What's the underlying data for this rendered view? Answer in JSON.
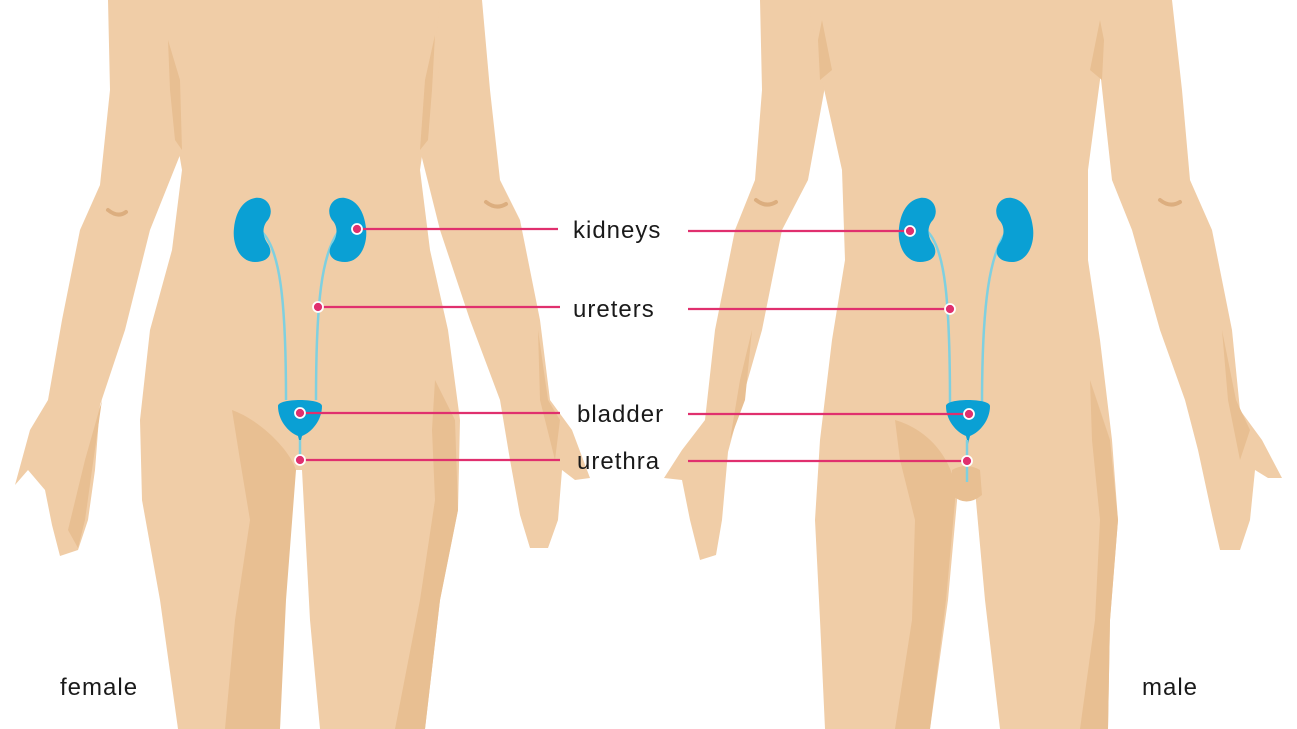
{
  "labels": {
    "kidneys": "kidneys",
    "ureters": "ureters",
    "bladder": "bladder",
    "urethra": "urethra"
  },
  "captions": {
    "female": "female",
    "male": "male"
  },
  "colors": {
    "skin": "#f0cda7",
    "skin_shadow": "#e8bf92",
    "skin_line": "#dcae7f",
    "organ": "#0aa0d4",
    "ureter": "#7fd0e0",
    "leader": "#e0306e",
    "dot_fill": "#e0306e",
    "dot_ring": "#ffffff",
    "text": "#1a1a1a",
    "background": "#ffffff"
  }
}
